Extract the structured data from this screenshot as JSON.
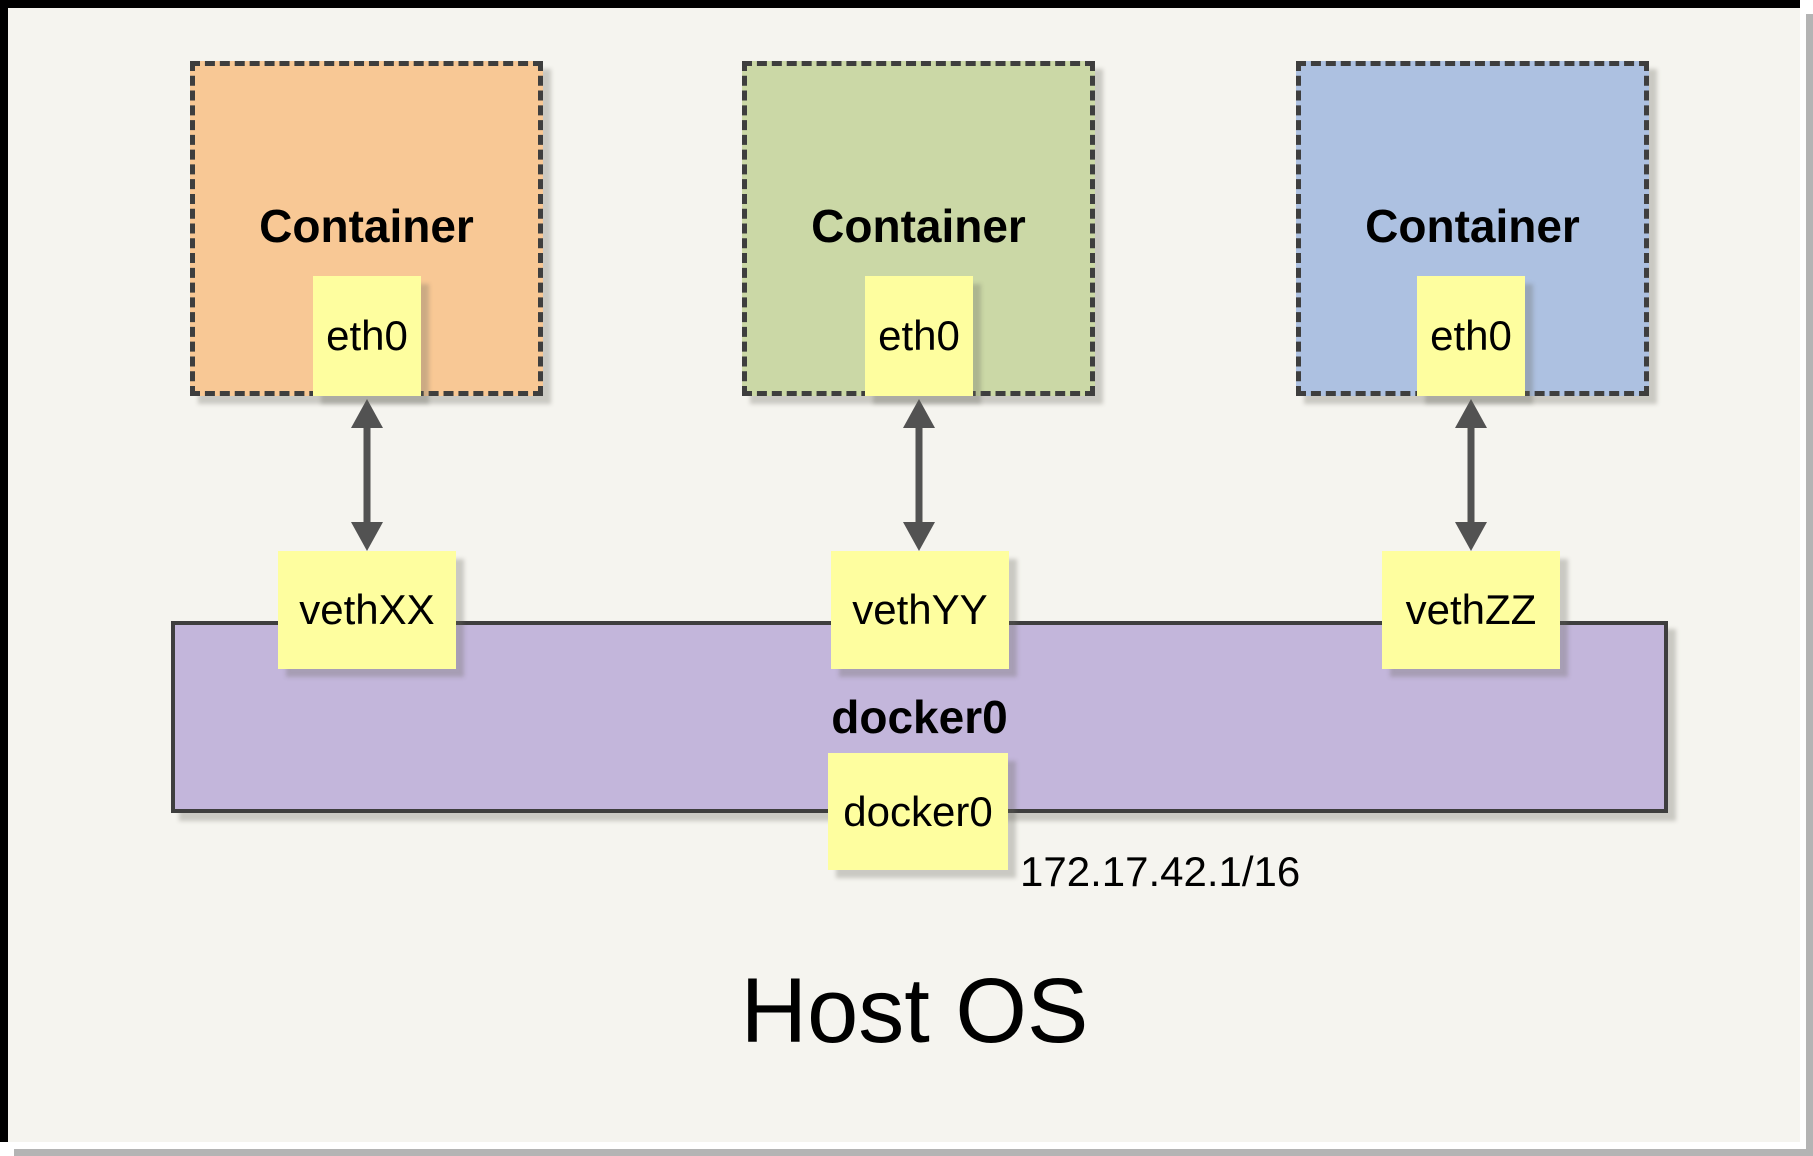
{
  "containers": [
    {
      "label": "Container",
      "interface": "eth0",
      "fill": "#F8C895"
    },
    {
      "label": "Container",
      "interface": "eth0",
      "fill": "#CBD8A6"
    },
    {
      "label": "Container",
      "interface": "eth0",
      "fill": "#ADC1E1"
    }
  ],
  "veth_interfaces": [
    {
      "label": "vethXX"
    },
    {
      "label": "vethYY"
    },
    {
      "label": "vethZZ"
    }
  ],
  "bridge": {
    "name": "docker0",
    "interface": "docker0",
    "ip": "172.17.42.1/16",
    "fill": "#C3B6DB"
  },
  "host": {
    "label": "Host OS"
  },
  "colors": {
    "interface_box": "#FEFE9F",
    "page_background": "#F5F4EF",
    "dashed_border": "#3E3E3E",
    "arrow": "#525252",
    "page_border": "#000000",
    "page_shadow": "#B4B4B4"
  }
}
